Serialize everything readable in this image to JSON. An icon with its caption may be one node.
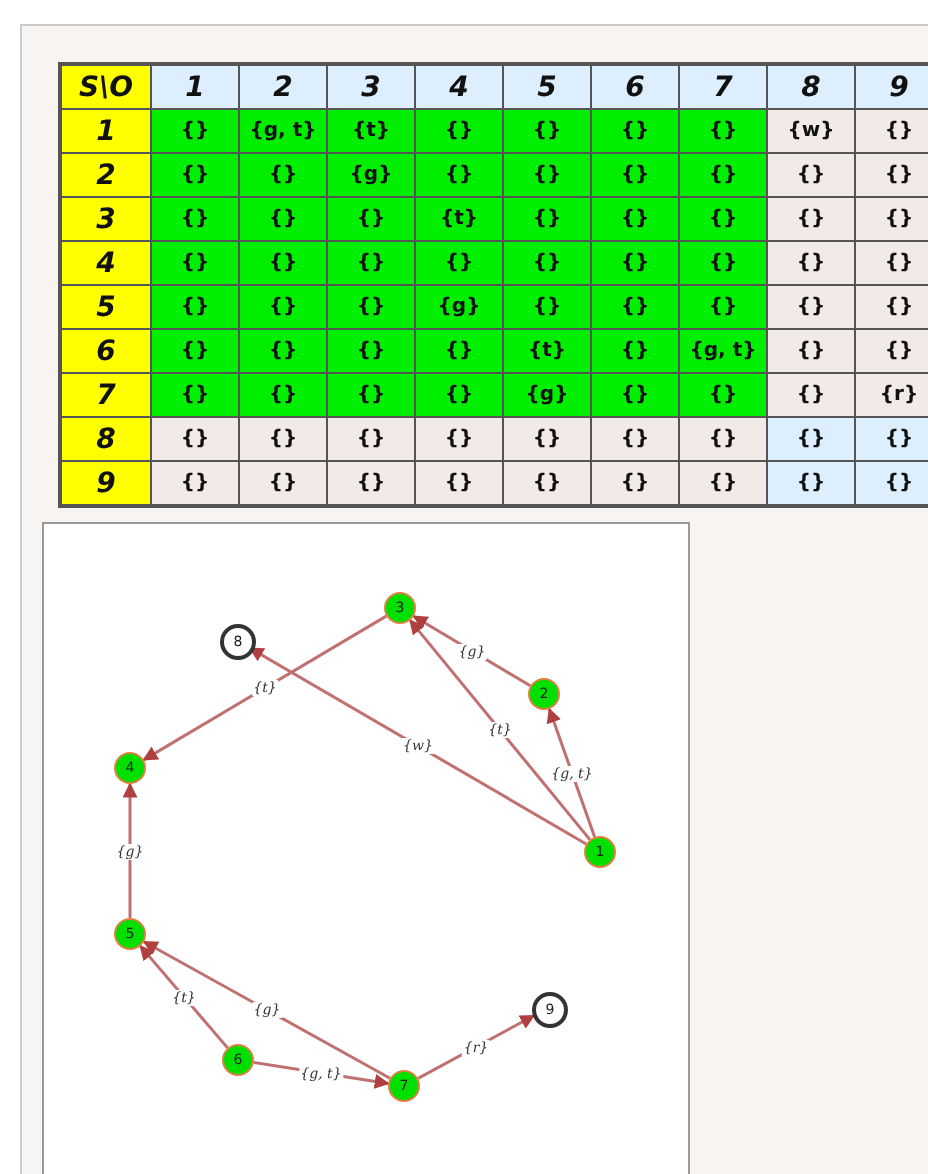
{
  "diagram": {
    "nodes": [
      {
        "text": [
          "1"
        ]
      },
      {
        "text": [
          "2"
        ]
      },
      {
        "text": [
          "3"
        ]
      },
      {
        "text": [
          "4"
        ]
      },
      {
        "text": [
          "5"
        ]
      },
      {
        "text": [
          "6"
        ]
      },
      {
        "text": [
          "7"
        ]
      },
      {
        "text": [
          "8"
        ]
      },
      {
        "text": [
          "9"
        ]
      }
    ],
    "edges": [
      {
        "from": 0,
        "to": 1,
        "arrow": "to",
        "label": "{g, t}"
      },
      {
        "from": 0,
        "to": 2,
        "arrow": "to",
        "label": "{t}"
      },
      {
        "from": 0,
        "to": 7,
        "arrow": "to",
        "label": "{w}"
      },
      {
        "from": 1,
        "to": 2,
        "arrow": "to",
        "label": "{g}"
      },
      {
        "from": 2,
        "to": 3,
        "arrow": "to",
        "label": "{t}"
      },
      {
        "from": 4,
        "to": 3,
        "arrow": "to",
        "label": "{g}"
      },
      {
        "from": 5,
        "to": 4,
        "arrow": "to",
        "label": "{t}"
      },
      {
        "from": 5,
        "to": 6,
        "arrow": "to",
        "label": "{g, t}"
      },
      {
        "from": 6,
        "to": 4,
        "arrow": "to",
        "label": "{g}"
      },
      {
        "from": 6,
        "to": 8,
        "arrow": "to",
        "label": "{r}"
      }
    ],
    "labels": [
      "S\\O",
      "1",
      "2",
      "3",
      "4",
      "5",
      "6",
      "7",
      "8",
      "9",
      "1",
      "{}",
      "{g, t}",
      "{t}",
      "{}",
      "{}",
      "{}",
      "{}",
      "{w}",
      "{}",
      "2",
      "{}",
      "{}",
      "{g}",
      "{}",
      "{}",
      "{}",
      "{}",
      "{}",
      "{}",
      "3",
      "{}",
      "{}",
      "{}",
      "{t}",
      "{}",
      "{}",
      "{}",
      "{}",
      "{}",
      "4",
      "{}",
      "{}",
      "{}",
      "{}",
      "{}",
      "{}",
      "{}",
      "{}",
      "{}",
      "5",
      "{}",
      "{}",
      "{}",
      "{g}",
      "{}",
      "{}",
      "{}",
      "{}",
      "{}",
      "6",
      "{}",
      "{}",
      "{}",
      "{}",
      "{t}",
      "{}",
      "{g, t}",
      "{}",
      "{}",
      "7",
      "{}",
      "{}",
      "{}",
      "{}",
      "{g}",
      "{}",
      "{}",
      "{}",
      "{r}",
      "8",
      "{}",
      "{}",
      "{}",
      "{}",
      "{}",
      "{}",
      "{}",
      "{}",
      "{}",
      "9",
      "{}",
      "{}",
      "{}",
      "{}",
      "{}",
      "{}",
      "{}",
      "{}",
      "{}"
    ]
  }
}
